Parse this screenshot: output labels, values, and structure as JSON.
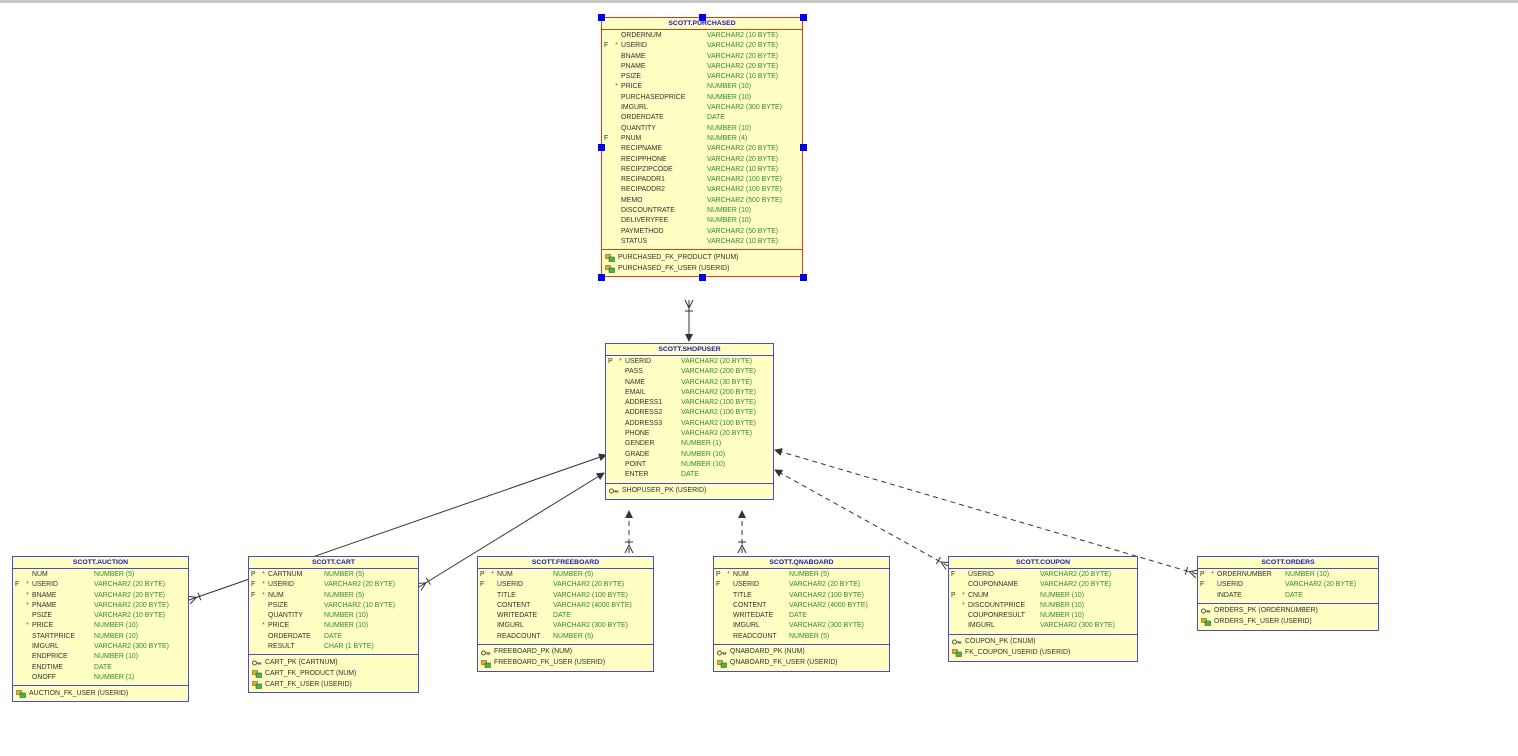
{
  "diagram": {
    "tables": [
      {
        "id": "purchased",
        "title": "SCOTT.PURCHASED",
        "selected": true,
        "columns": [
          {
            "key": "",
            "mandatory": "",
            "name": "ORDERNUM",
            "type": "VARCHAR2 (10 BYTE)"
          },
          {
            "key": "F",
            "mandatory": "*",
            "name": "USERID",
            "type": "VARCHAR2 (20 BYTE)"
          },
          {
            "key": "",
            "mandatory": "",
            "name": "BNAME",
            "type": "VARCHAR2 (20 BYTE)"
          },
          {
            "key": "",
            "mandatory": "",
            "name": "PNAME",
            "type": "VARCHAR2 (20 BYTE)"
          },
          {
            "key": "",
            "mandatory": "",
            "name": "PSIZE",
            "type": "VARCHAR2 (10 BYTE)"
          },
          {
            "key": "",
            "mandatory": "*",
            "name": "PRICE",
            "type": "NUMBER (10)"
          },
          {
            "key": "",
            "mandatory": "",
            "name": "PURCHASEDPRICE",
            "type": "NUMBER (10)"
          },
          {
            "key": "",
            "mandatory": "",
            "name": "IMGURL",
            "type": "VARCHAR2 (300 BYTE)"
          },
          {
            "key": "",
            "mandatory": "",
            "name": "ORDERDATE",
            "type": "DATE"
          },
          {
            "key": "",
            "mandatory": "",
            "name": "QUANTITY",
            "type": "NUMBER (10)"
          },
          {
            "key": "F",
            "mandatory": "",
            "name": "PNUM",
            "type": "NUMBER (4)"
          },
          {
            "key": "",
            "mandatory": "",
            "name": "RECIPNAME",
            "type": "VARCHAR2 (20 BYTE)"
          },
          {
            "key": "",
            "mandatory": "",
            "name": "RECIPPHONE",
            "type": "VARCHAR2 (20 BYTE)"
          },
          {
            "key": "",
            "mandatory": "",
            "name": "RECIPZIPCODE",
            "type": "VARCHAR2 (10 BYTE)"
          },
          {
            "key": "",
            "mandatory": "",
            "name": "RECIPADDR1",
            "type": "VARCHAR2 (100 BYTE)"
          },
          {
            "key": "",
            "mandatory": "",
            "name": "RECIPADDR2",
            "type": "VARCHAR2 (100 BYTE)"
          },
          {
            "key": "",
            "mandatory": "",
            "name": "MEMO",
            "type": "VARCHAR2 (500 BYTE)"
          },
          {
            "key": "",
            "mandatory": "",
            "name": "DISCOUNTRATE",
            "type": "NUMBER (10)"
          },
          {
            "key": "",
            "mandatory": "",
            "name": "DELIVERYFEE",
            "type": "NUMBER (10)"
          },
          {
            "key": "",
            "mandatory": "",
            "name": "PAYMETHOD",
            "type": "VARCHAR2 (50 BYTE)"
          },
          {
            "key": "",
            "mandatory": "",
            "name": "STATUS",
            "type": "VARCHAR2 (10 BYTE)"
          }
        ],
        "keys": [
          {
            "kind": "fk",
            "label": "PURCHASED_FK_PRODUCT (PNUM)"
          },
          {
            "kind": "fk",
            "label": "PURCHASED_FK_USER (USERID)"
          }
        ]
      },
      {
        "id": "shopuser",
        "title": "SCOTT.SHOPUSER",
        "selected": false,
        "columns": [
          {
            "key": "P",
            "mandatory": "*",
            "name": "USERID",
            "type": "VARCHAR2 (20 BYTE)"
          },
          {
            "key": "",
            "mandatory": "",
            "name": "PASS",
            "type": "VARCHAR2 (200 BYTE)"
          },
          {
            "key": "",
            "mandatory": "",
            "name": "NAME",
            "type": "VARCHAR2 (30 BYTE)"
          },
          {
            "key": "",
            "mandatory": "",
            "name": "EMAIL",
            "type": "VARCHAR2 (200 BYTE)"
          },
          {
            "key": "",
            "mandatory": "",
            "name": "ADDRESS1",
            "type": "VARCHAR2 (100 BYTE)"
          },
          {
            "key": "",
            "mandatory": "",
            "name": "ADDRESS2",
            "type": "VARCHAR2 (100 BYTE)"
          },
          {
            "key": "",
            "mandatory": "",
            "name": "ADDRESS3",
            "type": "VARCHAR2 (100 BYTE)"
          },
          {
            "key": "",
            "mandatory": "",
            "name": "PHONE",
            "type": "VARCHAR2 (20 BYTE)"
          },
          {
            "key": "",
            "mandatory": "",
            "name": "GENDER",
            "type": "NUMBER (1)"
          },
          {
            "key": "",
            "mandatory": "",
            "name": "GRADE",
            "type": "NUMBER (10)"
          },
          {
            "key": "",
            "mandatory": "",
            "name": "POINT",
            "type": "NUMBER (10)"
          },
          {
            "key": "",
            "mandatory": "",
            "name": "ENTER",
            "type": "DATE"
          }
        ],
        "keys": [
          {
            "kind": "pk",
            "label": "SHOPUSER_PK (USERID)"
          }
        ]
      },
      {
        "id": "auction",
        "title": "SCOTT.AUCTION",
        "selected": false,
        "columns": [
          {
            "key": "",
            "mandatory": "",
            "name": "NUM",
            "type": "NUMBER (5)"
          },
          {
            "key": "F",
            "mandatory": "*",
            "name": "USERID",
            "type": "VARCHAR2 (20 BYTE)"
          },
          {
            "key": "",
            "mandatory": "*",
            "name": "BNAME",
            "type": "VARCHAR2 (20 BYTE)"
          },
          {
            "key": "",
            "mandatory": "*",
            "name": "PNAME",
            "type": "VARCHAR2 (200 BYTE)"
          },
          {
            "key": "",
            "mandatory": "",
            "name": "PSIZE",
            "type": "VARCHAR2 (10 BYTE)"
          },
          {
            "key": "",
            "mandatory": "*",
            "name": "PRICE",
            "type": "NUMBER (10)"
          },
          {
            "key": "",
            "mandatory": "",
            "name": "STARTPRICE",
            "type": "NUMBER (10)"
          },
          {
            "key": "",
            "mandatory": "",
            "name": "IMGURL",
            "type": "VARCHAR2 (300 BYTE)"
          },
          {
            "key": "",
            "mandatory": "",
            "name": "ENDPRICE",
            "type": "NUMBER (10)"
          },
          {
            "key": "",
            "mandatory": "",
            "name": "ENDTIME",
            "type": "DATE"
          },
          {
            "key": "",
            "mandatory": "",
            "name": "ONOFF",
            "type": "NUMBER (1)"
          }
        ],
        "keys": [
          {
            "kind": "fk",
            "label": "AUCTION_FK_USER (USERID)"
          }
        ]
      },
      {
        "id": "cart",
        "title": "SCOTT.CART",
        "selected": false,
        "columns": [
          {
            "key": "P",
            "mandatory": "*",
            "name": "CARTNUM",
            "type": "NUMBER (5)"
          },
          {
            "key": "F",
            "mandatory": "*",
            "name": "USERID",
            "type": "VARCHAR2 (20 BYTE)"
          },
          {
            "key": "F",
            "mandatory": "*",
            "name": "NUM",
            "type": "NUMBER (5)"
          },
          {
            "key": "",
            "mandatory": "",
            "name": "PSIZE",
            "type": "VARCHAR2 (10 BYTE)"
          },
          {
            "key": "",
            "mandatory": "",
            "name": "QUANTITY",
            "type": "NUMBER (10)"
          },
          {
            "key": "",
            "mandatory": "*",
            "name": "PRICE",
            "type": "NUMBER (10)"
          },
          {
            "key": "",
            "mandatory": "",
            "name": "ORDERDATE",
            "type": "DATE"
          },
          {
            "key": "",
            "mandatory": "",
            "name": "RESULT",
            "type": "CHAR (1 BYTE)"
          }
        ],
        "keys": [
          {
            "kind": "pk",
            "label": "CART_PK (CARTNUM)"
          },
          {
            "kind": "fk",
            "label": "CART_FK_PRODUCT (NUM)"
          },
          {
            "kind": "fk",
            "label": "CART_FK_USER (USERID)"
          }
        ]
      },
      {
        "id": "freeboard",
        "title": "SCOTT.FREEBOARD",
        "selected": false,
        "columns": [
          {
            "key": "P",
            "mandatory": "*",
            "name": "NUM",
            "type": "NUMBER (5)"
          },
          {
            "key": "F",
            "mandatory": "",
            "name": "USERID",
            "type": "VARCHAR2 (20 BYTE)"
          },
          {
            "key": "",
            "mandatory": "",
            "name": "TITLE",
            "type": "VARCHAR2 (100 BYTE)"
          },
          {
            "key": "",
            "mandatory": "",
            "name": "CONTENT",
            "type": "VARCHAR2 (4000 BYTE)"
          },
          {
            "key": "",
            "mandatory": "",
            "name": "WRITEDATE",
            "type": "DATE"
          },
          {
            "key": "",
            "mandatory": "",
            "name": "IMGURL",
            "type": "VARCHAR2 (300 BYTE)"
          },
          {
            "key": "",
            "mandatory": "",
            "name": "READCOUNT",
            "type": "NUMBER (5)"
          }
        ],
        "keys": [
          {
            "kind": "pk",
            "label": "FREEBOARD_PK (NUM)"
          },
          {
            "kind": "fk",
            "label": "FREEBOARD_FK_USER (USERID)"
          }
        ]
      },
      {
        "id": "qnaboard",
        "title": "SCOTT.QNABOARD",
        "selected": false,
        "columns": [
          {
            "key": "P",
            "mandatory": "*",
            "name": "NUM",
            "type": "NUMBER (5)"
          },
          {
            "key": "F",
            "mandatory": "",
            "name": "USERID",
            "type": "VARCHAR2 (20 BYTE)"
          },
          {
            "key": "",
            "mandatory": "",
            "name": "TITLE",
            "type": "VARCHAR2 (100 BYTE)"
          },
          {
            "key": "",
            "mandatory": "",
            "name": "CONTENT",
            "type": "VARCHAR2 (4000 BYTE)"
          },
          {
            "key": "",
            "mandatory": "",
            "name": "WRITEDATE",
            "type": "DATE"
          },
          {
            "key": "",
            "mandatory": "",
            "name": "IMGURL",
            "type": "VARCHAR2 (300 BYTE)"
          },
          {
            "key": "",
            "mandatory": "",
            "name": "READCOUNT",
            "type": "NUMBER (5)"
          }
        ],
        "keys": [
          {
            "kind": "pk",
            "label": "QNABOARD_PK (NUM)"
          },
          {
            "kind": "fk",
            "label": "QNABOARD_FK_USER (USERID)"
          }
        ]
      },
      {
        "id": "coupon",
        "title": "SCOTT.COUPON",
        "selected": false,
        "columns": [
          {
            "key": "F",
            "mandatory": "",
            "name": "USERID",
            "type": "VARCHAR2 (20 BYTE)"
          },
          {
            "key": "",
            "mandatory": "",
            "name": "COUPONNAME",
            "type": "VARCHAR2 (20 BYTE)"
          },
          {
            "key": "P",
            "mandatory": "*",
            "name": "CNUM",
            "type": "NUMBER (10)"
          },
          {
            "key": "",
            "mandatory": "*",
            "name": "DISCOUNTPRICE",
            "type": "NUMBER (10)"
          },
          {
            "key": "",
            "mandatory": "",
            "name": "COUPONRESULT",
            "type": "NUMBER (10)"
          },
          {
            "key": "",
            "mandatory": "",
            "name": "IMGURL",
            "type": "VARCHAR2 (300 BYTE)"
          }
        ],
        "keys": [
          {
            "kind": "pk",
            "label": "COUPON_PK (CNUM)"
          },
          {
            "kind": "fk",
            "label": "FK_COUPON_USERID (USERID)"
          }
        ]
      },
      {
        "id": "orders",
        "title": "SCOTT.ORDERS",
        "selected": false,
        "columns": [
          {
            "key": "P",
            "mandatory": "*",
            "name": "ORDERNUMBER",
            "type": "NUMBER (10)"
          },
          {
            "key": "F",
            "mandatory": "",
            "name": "USERID",
            "type": "VARCHAR2 (20 BYTE)"
          },
          {
            "key": "",
            "mandatory": "",
            "name": "INDATE",
            "type": "DATE"
          }
        ],
        "keys": [
          {
            "kind": "pk",
            "label": "ORDERS_PK (ORDERNUMBER)"
          },
          {
            "kind": "fk",
            "label": "ORDERS_FK_USER (USERID)"
          }
        ]
      }
    ],
    "relations": [
      {
        "from": "purchased",
        "to": "shopuser",
        "style": "solid"
      },
      {
        "from": "auction",
        "to": "shopuser",
        "style": "solid"
      },
      {
        "from": "cart",
        "to": "shopuser",
        "style": "solid"
      },
      {
        "from": "freeboard",
        "to": "shopuser",
        "style": "dashed"
      },
      {
        "from": "qnaboard",
        "to": "shopuser",
        "style": "dashed"
      },
      {
        "from": "coupon",
        "to": "shopuser",
        "style": "dashed"
      },
      {
        "from": "orders",
        "to": "shopuser",
        "style": "dashed"
      }
    ],
    "colors": {
      "table_fill": "#ffffc4",
      "table_border": "#4a4acd",
      "selected_border": "#e03a18",
      "title_text": "#1414c8",
      "type_text": "#2e8b2e",
      "mandatory_marker": "#c03030",
      "selection_handle": "#0000e8",
      "connector": "#333333"
    }
  }
}
